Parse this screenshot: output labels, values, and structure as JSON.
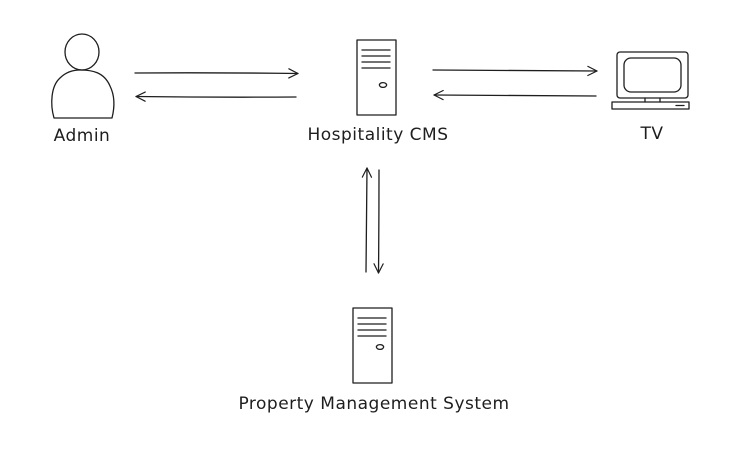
{
  "nodes": {
    "admin": {
      "label": "Admin",
      "icon": "person-icon"
    },
    "cms": {
      "label": "Hospitality CMS",
      "icon": "server-icon"
    },
    "tv": {
      "label": "TV",
      "icon": "monitor-icon"
    },
    "pms": {
      "label": "Property Management System",
      "icon": "server-icon"
    }
  },
  "edges": [
    {
      "from": "admin",
      "to": "cms"
    },
    {
      "from": "cms",
      "to": "admin"
    },
    {
      "from": "cms",
      "to": "tv"
    },
    {
      "from": "tv",
      "to": "cms"
    },
    {
      "from": "pms",
      "to": "cms"
    },
    {
      "from": "cms",
      "to": "pms"
    }
  ],
  "colors": {
    "stroke": "#1e1e1e",
    "background": "#ffffff"
  }
}
